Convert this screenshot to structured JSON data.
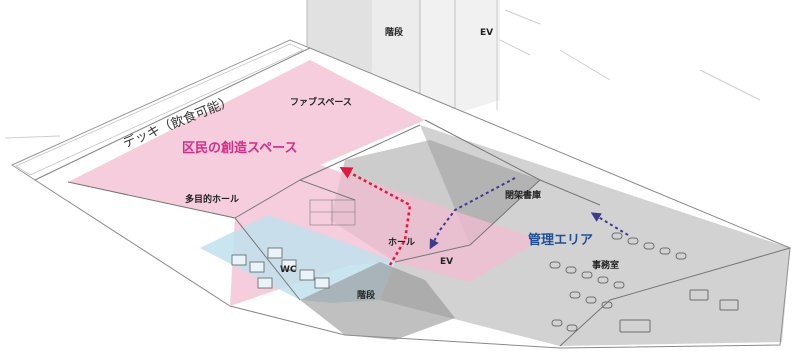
{
  "colors": {
    "zone_public": "#f2bcd0",
    "zone_admin": "#9b9b9b",
    "zone_wc": "#bfe0ec",
    "arrow_public": "#e8153c",
    "arrow_admin": "#3e3a8e",
    "label_public": "#d92a88",
    "label_admin": "#1f4f96"
  },
  "labels": {
    "deck": "デッキ（飲食可能）",
    "public_zone": "区民の創造スペース",
    "admin_zone": "管理エリア",
    "stairs_top": "階段",
    "ev_top": "EV",
    "fab_space": "ファブスペース",
    "multipurpose_hall": "多目的ホール",
    "hall": "ホール",
    "closed_stacks": "閉架書庫",
    "ev_lower": "EV",
    "office": "事務室",
    "wc": "WC",
    "stairs_bottom": "階段"
  },
  "icons": {
    "public_arrow": "dotted-arrow-icon",
    "admin_arrow": "dotted-arrow-icon"
  }
}
